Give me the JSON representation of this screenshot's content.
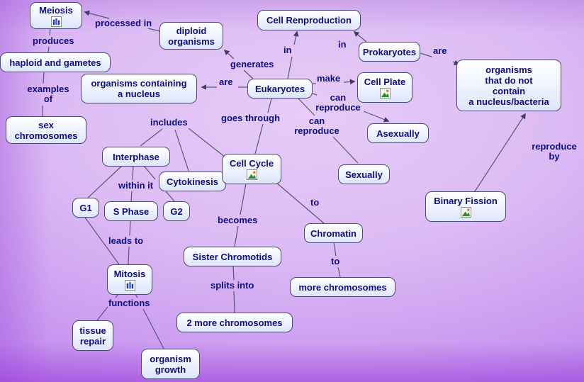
{
  "colors": {
    "background": "#cf9ff0",
    "node_fill": "#f2f5ff",
    "node_text": "#0d0d86",
    "link_text": "#0d0d86",
    "line": "#56567e",
    "icon_green": "#2f8f2f",
    "icon_blue": "#1d3b9e"
  },
  "nodes": [
    {
      "id": "meiosis",
      "label": "Meiosis",
      "icon": "chart-resource"
    },
    {
      "id": "diploid-organisms",
      "label": "diploid\norganisms"
    },
    {
      "id": "cell-reproduction",
      "label": "Cell Renproduction"
    },
    {
      "id": "prokaryotes",
      "label": "Prokaryotes"
    },
    {
      "id": "haploid-and-gametes",
      "label": "haploid and gametes"
    },
    {
      "id": "organisms-containing-a-nucleus",
      "label": "organisms containing\na nucleus"
    },
    {
      "id": "eukaryotes",
      "label": "Eukaryotes"
    },
    {
      "id": "cell-plate",
      "label": "Cell Plate",
      "icon": "image-resource"
    },
    {
      "id": "organisms-no-nucleus",
      "label": "organisms\nthat do not\ncontain\na nucleus/bacteria"
    },
    {
      "id": "sex-chromosomes",
      "label": "sex\nchromosomes"
    },
    {
      "id": "interphase",
      "label": "Interphase"
    },
    {
      "id": "cytokinesis",
      "label": "Cytokinesis"
    },
    {
      "id": "cell-cycle",
      "label": "Cell Cycle",
      "icon": "image-resource"
    },
    {
      "id": "asexually",
      "label": "Asexually"
    },
    {
      "id": "sexually",
      "label": "Sexually"
    },
    {
      "id": "binary-fission",
      "label": "Binary Fission",
      "icon": "image-resource"
    },
    {
      "id": "g1",
      "label": "G1"
    },
    {
      "id": "s-phase",
      "label": "S Phase"
    },
    {
      "id": "g2",
      "label": "G2"
    },
    {
      "id": "chromatin",
      "label": "Chromatin"
    },
    {
      "id": "sister-chromotids",
      "label": "Sister Chromotids"
    },
    {
      "id": "mitosis",
      "label": "Mitosis",
      "icon": "chart-resource"
    },
    {
      "id": "more-chromosomes",
      "label": "more chromosomes"
    },
    {
      "id": "two-more-chromosomes",
      "label": "2 more chromosomes"
    },
    {
      "id": "tissue-repair",
      "label": "tissue\nrepair"
    },
    {
      "id": "organism-growth",
      "label": "organism\ngrowth"
    }
  ],
  "links": [
    {
      "id": "processed-in",
      "label": "processed in"
    },
    {
      "id": "produces",
      "label": "produces"
    },
    {
      "id": "generates",
      "label": "generates"
    },
    {
      "id": "in-eukaryotes",
      "label": "in"
    },
    {
      "id": "in-prokaryotes",
      "label": "in"
    },
    {
      "id": "are-prokaryotes",
      "label": "are"
    },
    {
      "id": "are-eukaryotes",
      "label": "are"
    },
    {
      "id": "make",
      "label": "make"
    },
    {
      "id": "can-reproduce-asexually",
      "label": "can\nreproduce"
    },
    {
      "id": "examples-of",
      "label": "examples\nof"
    },
    {
      "id": "includes",
      "label": "includes"
    },
    {
      "id": "goes-through",
      "label": "goes through"
    },
    {
      "id": "can-reproduce-sexually",
      "label": "can\nreproduce"
    },
    {
      "id": "within-it",
      "label": "within it"
    },
    {
      "id": "becomes",
      "label": "becomes"
    },
    {
      "id": "to-chromatin",
      "label": "to"
    },
    {
      "id": "reproduce-by",
      "label": "reproduce\nby"
    },
    {
      "id": "leads-to",
      "label": "leads to"
    },
    {
      "id": "to-more-chromosomes",
      "label": "to"
    },
    {
      "id": "splits-into",
      "label": "splits into"
    },
    {
      "id": "functions",
      "label": "functions"
    }
  ]
}
